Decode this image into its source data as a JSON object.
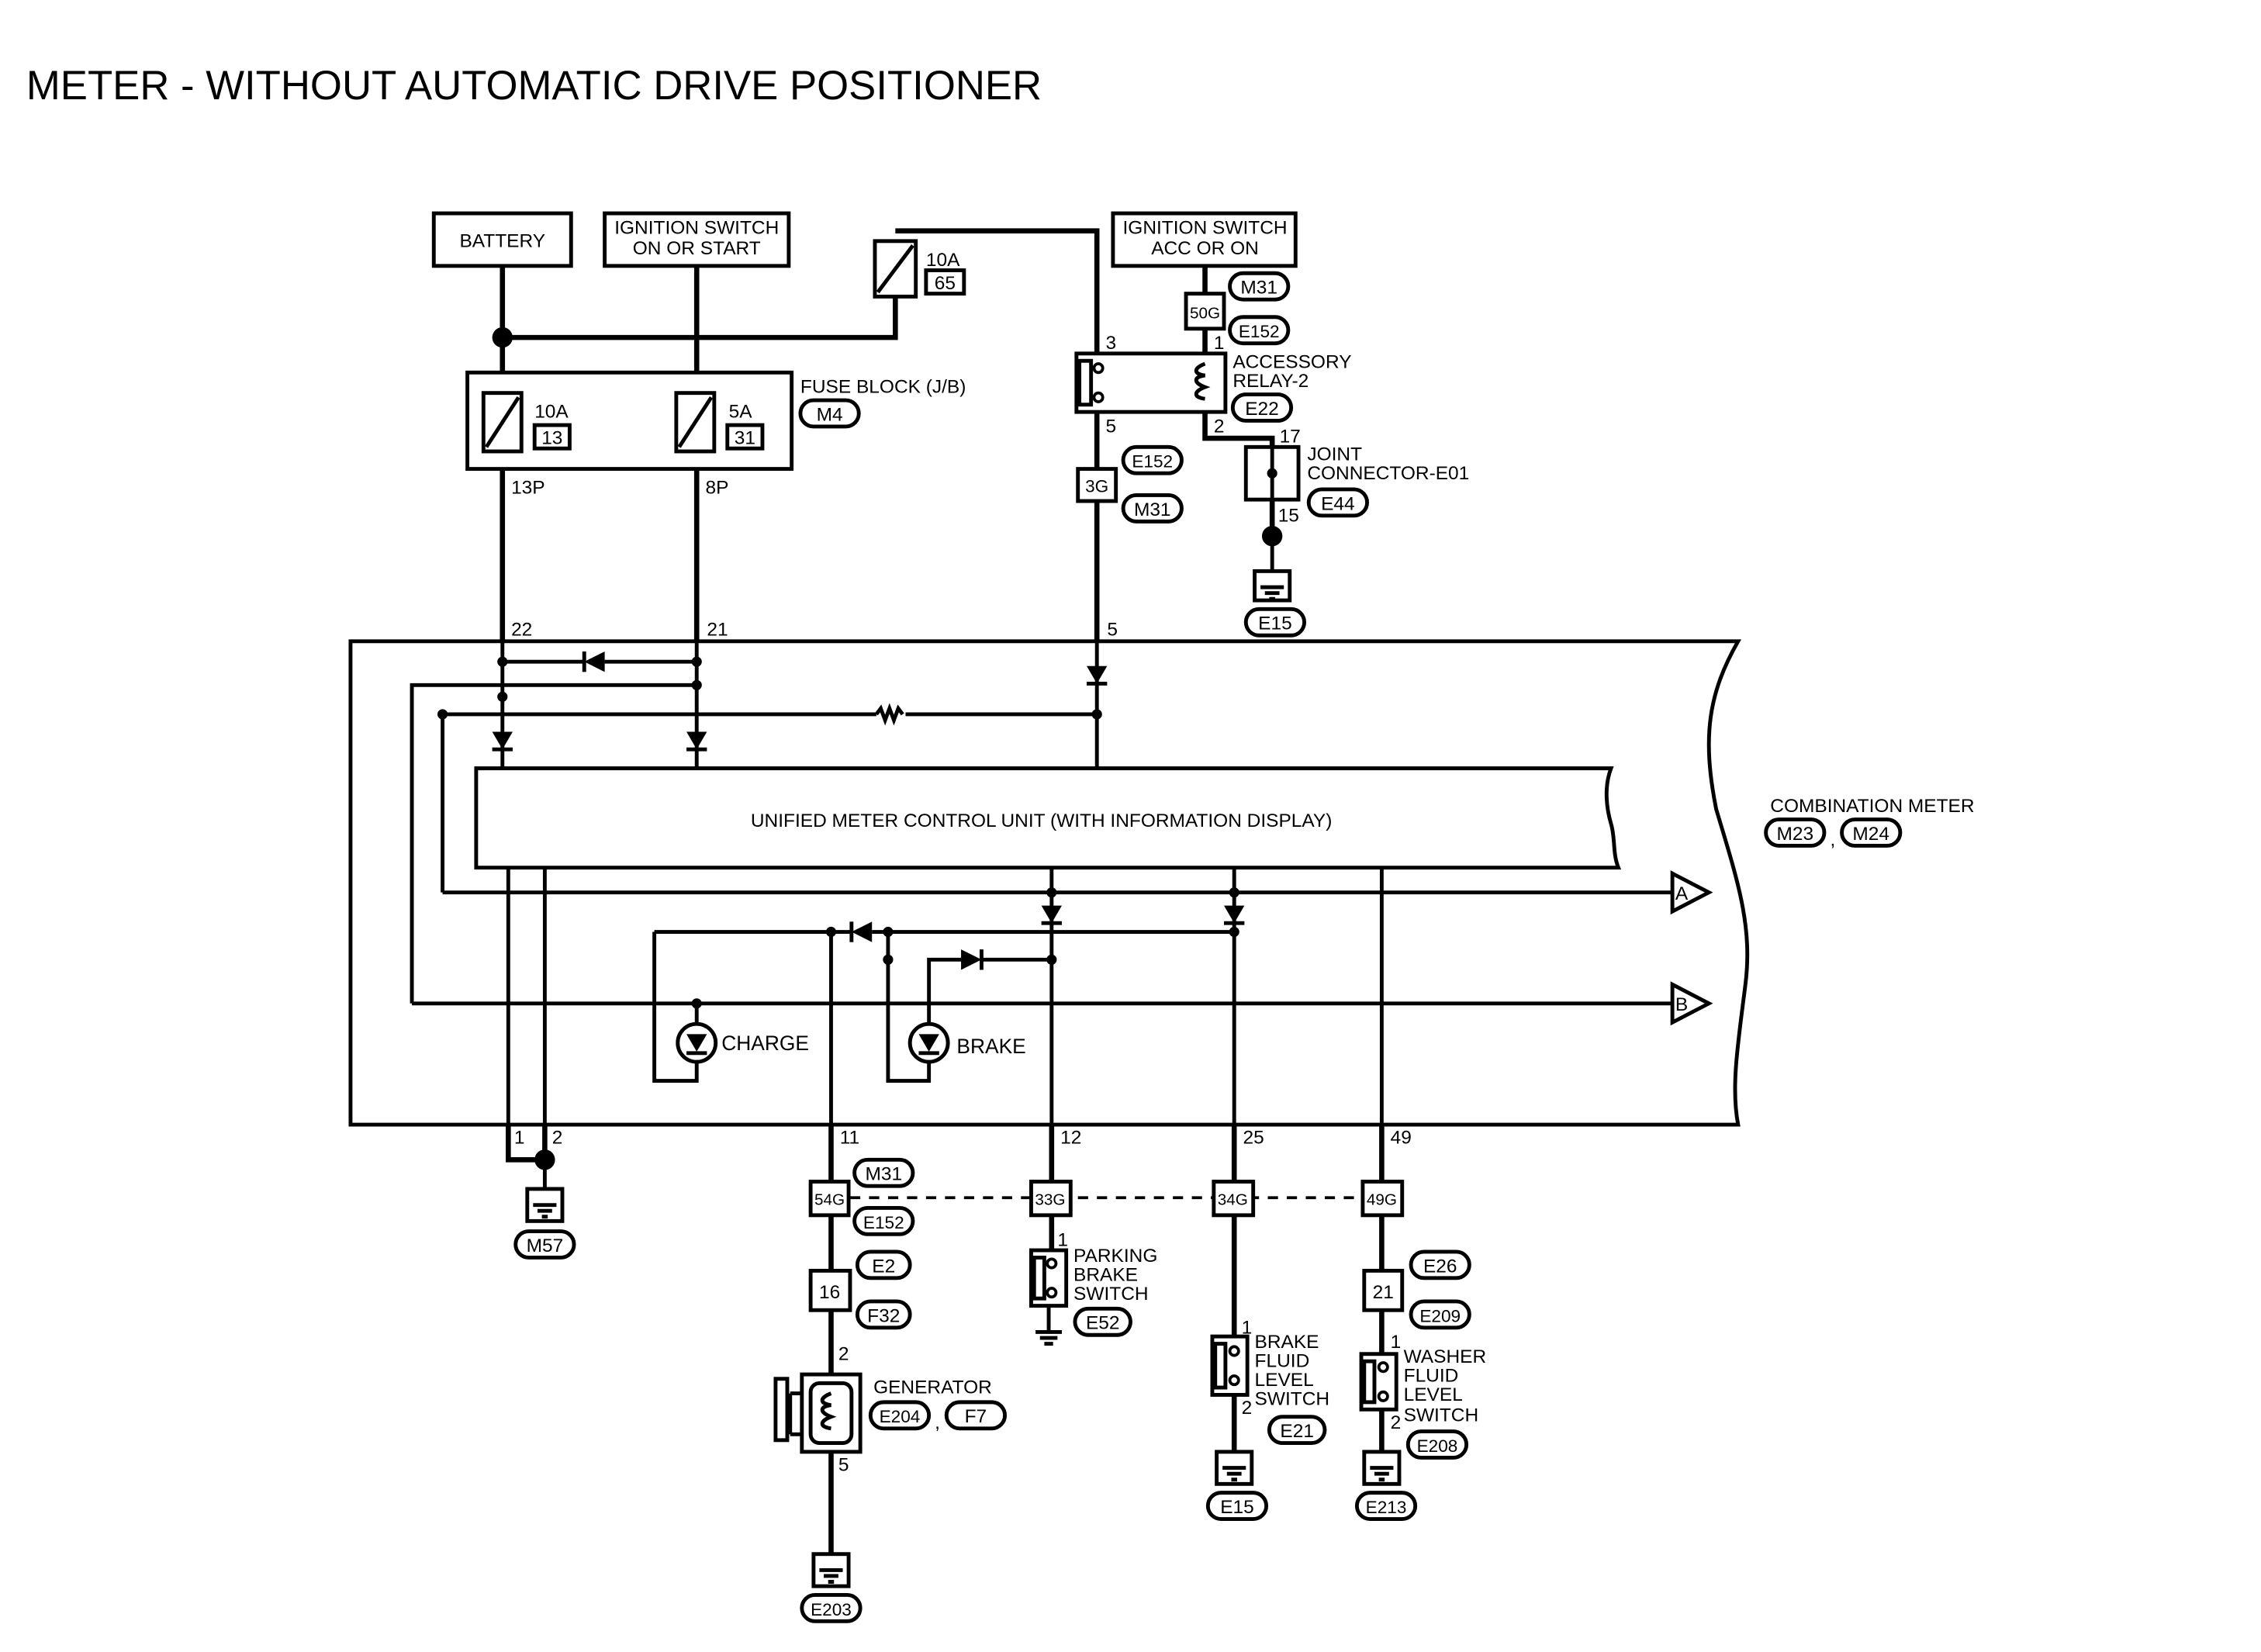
{
  "title": "METER - WITHOUT AUTOMATIC DRIVE POSITIONER",
  "power": {
    "battery": "BATTERY",
    "ign_on_start": [
      "IGNITION SWITCH",
      "ON OR START"
    ],
    "ign_acc_on": [
      "IGNITION SWITCH",
      "ACC OR ON"
    ]
  },
  "fuses": {
    "f65": {
      "rating": "10A",
      "no": "65"
    },
    "f13": {
      "rating": "10A",
      "no": "13"
    },
    "f31": {
      "rating": "5A",
      "no": "31"
    }
  },
  "fuse_block": {
    "label": "FUSE BLOCK (J/B)",
    "conn": "M4",
    "out_left": "13P",
    "out_right": "8P"
  },
  "relay": {
    "label": [
      "ACCESSORY",
      "RELAY-2"
    ],
    "conn": "E22",
    "pin3": "3",
    "pin1": "1",
    "pin5": "5",
    "pin2": "2"
  },
  "conn_50g": {
    "label": "50G",
    "top": "M31",
    "bottom": "E152"
  },
  "conn_3g": {
    "label": "3G",
    "top": "E152",
    "bottom": "M31"
  },
  "joint": {
    "label": [
      "JOINT",
      "CONNECTOR-E01"
    ],
    "conn": "E44",
    "pin_in": "17",
    "pin_out": "15"
  },
  "ground_e15_top": "E15",
  "meter_pins_top": {
    "p22": "22",
    "p21": "21",
    "p5": "5"
  },
  "ecu_label": "UNIFIED METER CONTROL UNIT (WITH INFORMATION DISPLAY)",
  "combination_meter": {
    "label": "COMBINATION METER",
    "conn1": "M23",
    "conn2": "M24",
    "sep": ","
  },
  "off_page": {
    "a": "A",
    "b": "B"
  },
  "lamps": {
    "charge": "CHARGE",
    "brake": "BRAKE"
  },
  "meter_pins_bottom": {
    "p1": "1",
    "p2": "2",
    "p11": "11",
    "p12": "12",
    "p25": "25",
    "p49": "49"
  },
  "ground_m57": "M57",
  "conn_54g": {
    "label": "54G",
    "top": "M31",
    "bottom": "E152"
  },
  "conn_33g": {
    "label": "33G"
  },
  "conn_34g": {
    "label": "34G"
  },
  "conn_49g": {
    "label": "49G"
  },
  "conn_16": {
    "label": "16",
    "top": "E2",
    "bottom": "F32"
  },
  "conn_21": {
    "label": "21",
    "top": "E26",
    "bottom": "E209"
  },
  "generator": {
    "label": "GENERATOR",
    "conn1": "E204",
    "conn2": "F7",
    "sep": ",",
    "pin_top": "2",
    "pin_bottom": "5",
    "ground": "E203"
  },
  "parking_brake": {
    "label": [
      "PARKING",
      "BRAKE",
      "SWITCH"
    ],
    "conn": "E52",
    "pin": "1"
  },
  "brake_fluid": {
    "label": [
      "BRAKE",
      "FLUID",
      "LEVEL",
      "SWITCH"
    ],
    "conn": "E21",
    "pin1": "1",
    "pin2": "2",
    "ground": "E15"
  },
  "washer_fluid": {
    "label": [
      "WASHER",
      "FLUID",
      "LEVEL",
      "SWITCH"
    ],
    "conn": "E208",
    "pin1": "1",
    "pin2": "2",
    "ground": "E213"
  }
}
